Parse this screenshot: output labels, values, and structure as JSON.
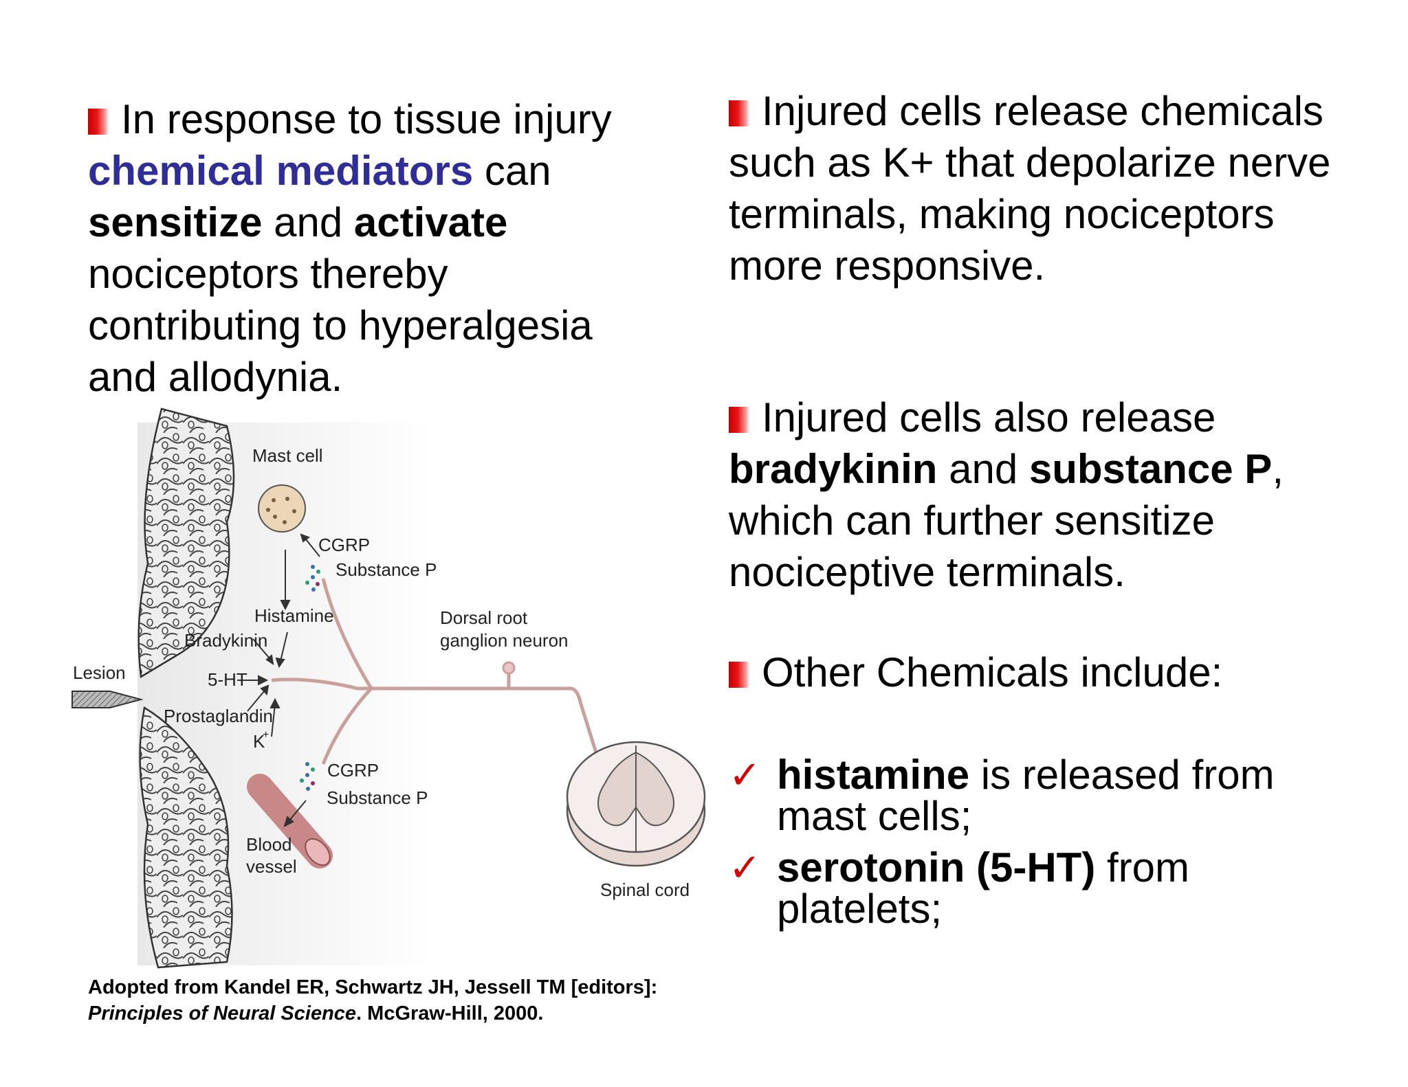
{
  "left": {
    "line1": "In response to tissue injury",
    "mediators": "chemical mediators",
    "can": " can",
    "sensitize": "sensitize",
    "and": " and ",
    "activate": "activate",
    "rest": "nociceptors thereby contributing to hyperalgesia and allodynia."
  },
  "right": {
    "para1": "Injured cells release chemicals such as K+ that depolarize nerve terminals, making nociceptors more responsive.",
    "p2_a": "Injured cells also release ",
    "p2_bradykinin": "bradykinin",
    "p2_and": " and ",
    "p2_substance": "substance P",
    "p2_rest": ", which can further sensitize nociceptive terminals.",
    "p3": "Other Chemicals include:",
    "check_mark": "✓",
    "c1_bold": "histamine",
    "c1_rest": " is released from mast cells;",
    "c2_bold": "serotonin (5-HT)",
    "c2_rest": " from platelets;"
  },
  "figure": {
    "mast_cell": "Mast cell",
    "cgrp": "CGRP",
    "substance_p": "Substance P",
    "histamine": "Histamine",
    "bradykinin": "Bradykinin",
    "lesion": "Lesion",
    "five_ht": "5-HT",
    "prostaglandin": "Prostaglandin",
    "k": "K",
    "k_sup": "+",
    "dorsal_root_1": "Dorsal root",
    "dorsal_root_2": "ganglion neuron",
    "blood_1": "Blood",
    "blood_2": "vessel",
    "spinal_cord": "Spinal cord"
  },
  "caption": {
    "line1": "Adopted from Kandel ER, Schwartz JH, Jessell TM [editors]:",
    "title": "Principles of Neural Science",
    "rest": ". McGraw-Hill, 2000."
  },
  "colors": {
    "accent_blue": "#2f2e99",
    "bullet_red": "#d40000",
    "nerve": "#c9a09a"
  }
}
